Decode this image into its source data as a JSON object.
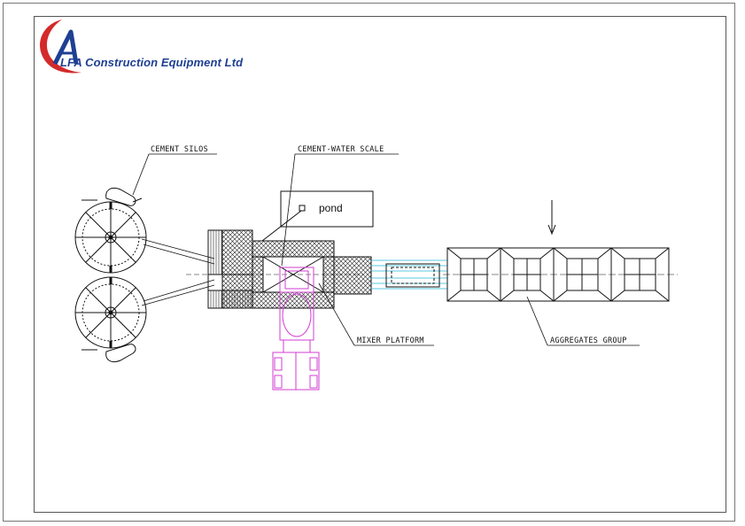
{
  "logo": {
    "company_name": "LFA Construction Equipment Ltd",
    "red": "#d42a2a",
    "blue": "#1f3f93"
  },
  "labels": {
    "cement_silos": "CEMENT SILOS",
    "cement_water_scale": "CEMENT-WATER SCALE",
    "pond": "pond",
    "mixer_platform": "MIXER PLATFORM",
    "aggregates_group": "AGGREGATES GROUP"
  },
  "colors": {
    "line": "#111111",
    "conveyor": "#22b8d8",
    "truck": "#d23cd2"
  }
}
